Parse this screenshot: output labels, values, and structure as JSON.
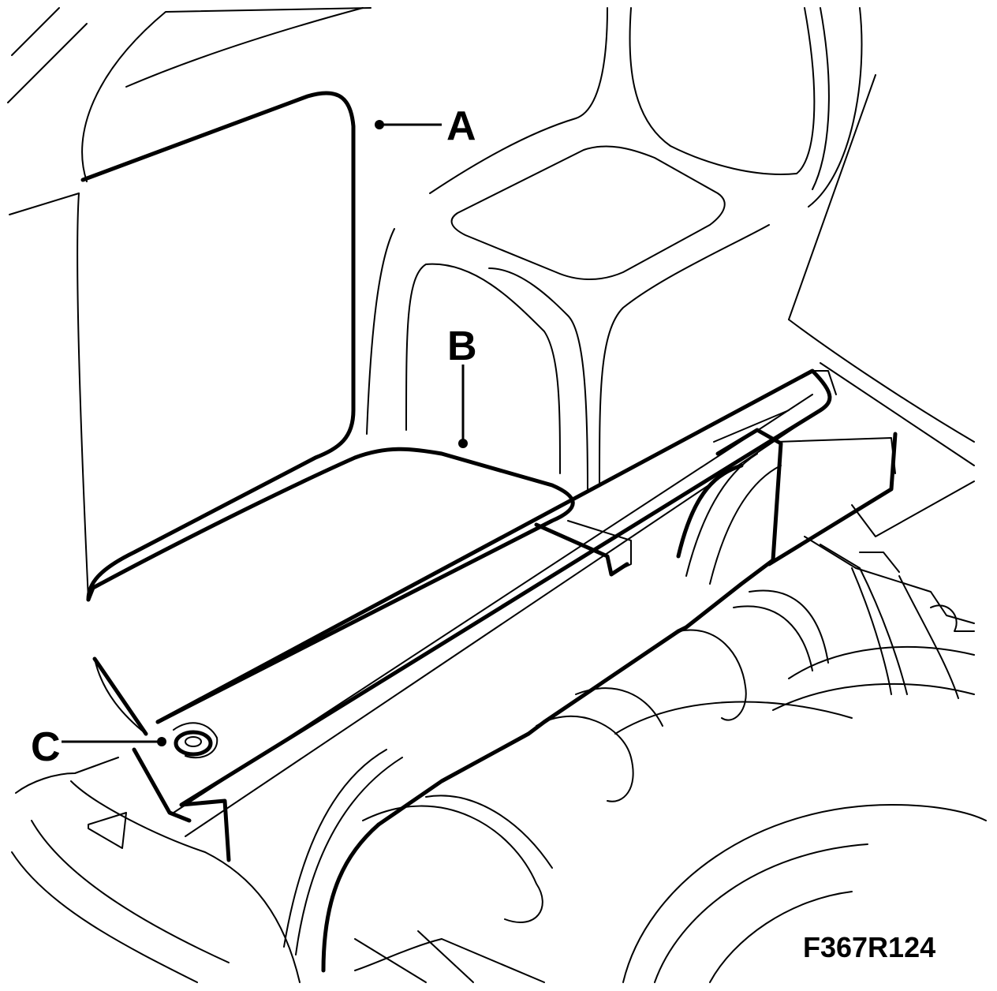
{
  "labels": {
    "a": "A",
    "b": "B",
    "c": "C"
  },
  "figure_code": "F367R124"
}
